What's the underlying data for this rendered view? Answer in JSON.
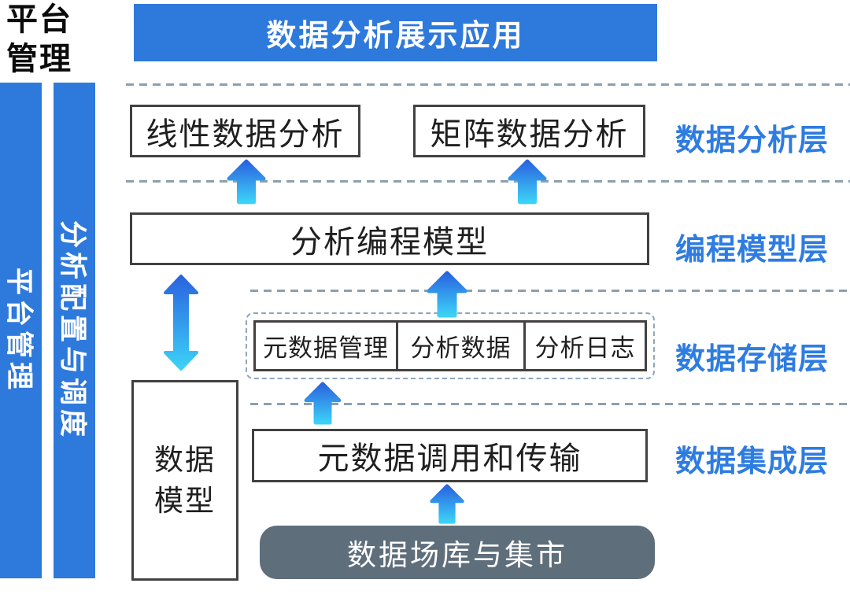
{
  "colors": {
    "primary_blue": "#2E79DC",
    "label_blue": "#2E7CE0",
    "arrow_top_blue": "#2A63E0",
    "arrow_bottom_cyan": "#3CD2F7",
    "source_gray": "#5F6E7B",
    "box_border": "#434040",
    "dashed_line": "#8D9FAE",
    "storage_dash_border": "#8FA6BD",
    "text_dark": "#1F1F1F"
  },
  "corner_title": {
    "line1": "平台",
    "line2": "管理"
  },
  "top_banner": {
    "label": "数据分析展示应用"
  },
  "side_bars": {
    "platform_management": "平台管理",
    "analysis_config_scheduling": "分析配置与调度"
  },
  "layer_labels": [
    {
      "label": "数据分析层"
    },
    {
      "label": "编程模型层"
    },
    {
      "label": "数据存储层"
    },
    {
      "label": "数据集成层"
    }
  ],
  "analysis_layer": {
    "linear_box": "线性数据分析",
    "matrix_box": "矩阵数据分析"
  },
  "programming_layer": {
    "model_box": "分析编程模型"
  },
  "storage_layer": {
    "cells": [
      {
        "label": "元数据管理"
      },
      {
        "label": "分析数据"
      },
      {
        "label": "分析日志"
      }
    ]
  },
  "integration_layer": {
    "transfer_box": "元数据调用和传输"
  },
  "data_model_box": {
    "line1": "数据",
    "line2": "模型"
  },
  "data_source_box": {
    "label": "数据场库与集市"
  }
}
